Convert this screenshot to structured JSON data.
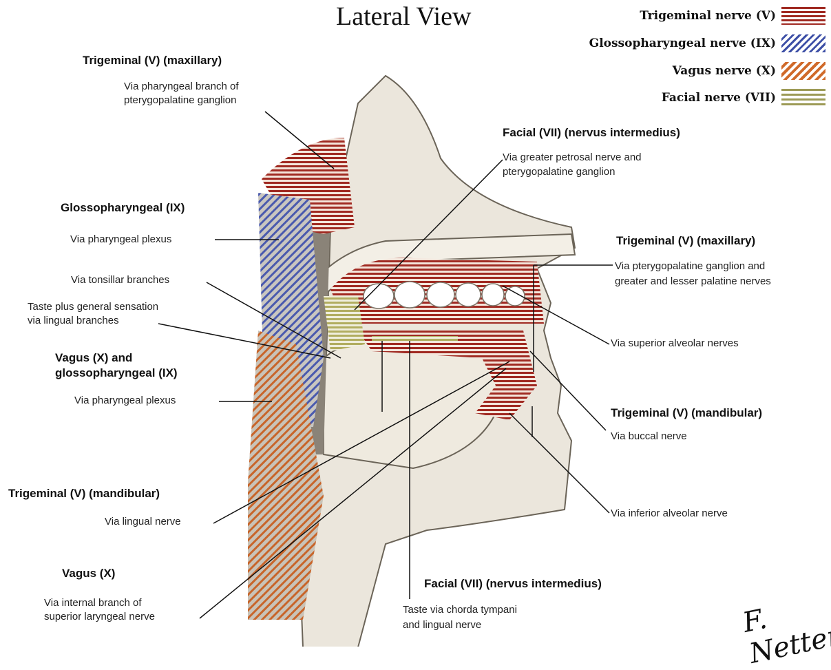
{
  "title": "Lateral View",
  "legend": [
    {
      "label": "Trigeminal nerve (V)",
      "color": "#a02a22"
    },
    {
      "label": "Glossopharyngeal nerve (IX)",
      "color": "#3d4fa6"
    },
    {
      "label": "Vagus nerve (X)",
      "color": "#d06a2a"
    },
    {
      "label": "Facial nerve (VII)",
      "color": "#9c9a55"
    }
  ],
  "labels": {
    "trig_max_left": {
      "head": "Trigeminal (V) (maxillary)",
      "sub1": "Via pharyngeal branch of",
      "sub2": "pterygopalatine ganglion"
    },
    "glossopharyngeal": {
      "head": "Glossopharyngeal (IX)",
      "sub1": "Via pharyngeal plexus"
    },
    "tonsillar": {
      "sub1": "Via tonsillar branches"
    },
    "taste_lingual": {
      "sub1": "Taste plus general sensation",
      "sub2": "via lingual branches"
    },
    "vagus_glosso": {
      "head1": "Vagus (X) and",
      "head2": "glossopharyngeal (IX)",
      "sub1": "Via pharyngeal plexus"
    },
    "trig_mand_left": {
      "head": "Trigeminal (V) (mandibular)",
      "sub1": "Via lingual nerve"
    },
    "vagus": {
      "head": "Vagus (X)",
      "sub1": "Via internal branch of",
      "sub2": "superior laryngeal nerve"
    },
    "facial_top": {
      "head": "Facial (VII) (nervus intermedius)",
      "sub1": "Via greater petrosal nerve and",
      "sub2": "pterygopalatine ganglion"
    },
    "trig_max_right": {
      "head": "Trigeminal (V) (maxillary)",
      "sub1": "Via pterygopalatine ganglion and",
      "sub2": "greater and lesser palatine nerves"
    },
    "sup_alveolar": {
      "sub1": "Via superior alveolar nerves"
    },
    "trig_mand_right": {
      "head": "Trigeminal (V) (mandibular)",
      "sub1": "Via buccal nerve"
    },
    "inf_alveolar": {
      "sub1": "Via inferior alveolar nerve"
    },
    "facial_bottom": {
      "head": "Facial (VII) (nervus intermedius)",
      "sub1": "Taste via chorda tympani",
      "sub2": "and lingual nerve"
    }
  },
  "signature": "F. Netter"
}
